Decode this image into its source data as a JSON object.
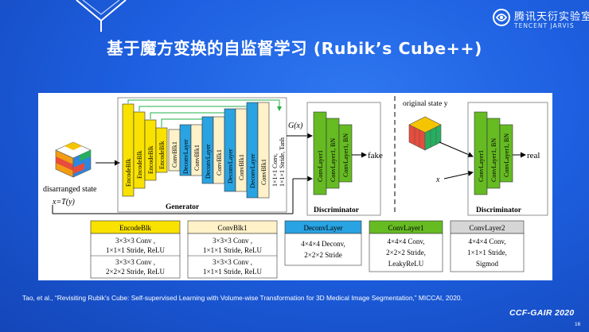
{
  "header": {
    "brand_cn": "腾讯天衍实验室",
    "brand_en": "TENCENT JARVIS"
  },
  "title": "基于魔方变换的自监督学习 (Rubik’s Cube++)",
  "figure": {
    "generator": {
      "blocks": [
        "EncodeBlk",
        "EncodeBlk",
        "EncodeBlk",
        "EncodeBlk",
        "ConvBlk1",
        "DeconvLayer",
        "ConvBlk1",
        "DeconvLayer",
        "ConvBlk1",
        "DeconvLayer",
        "ConvBlk1",
        "DeconvLayer",
        "ConvBlk1"
      ],
      "output_conv1": "1×1×1 Conv,",
      "output_conv2": "1×1×1 Stride, Tanh",
      "label": "Generator"
    },
    "gx_label": "G(x)",
    "input_label1": "disarranged state",
    "input_label2": "x=T(y)",
    "discriminator1": {
      "layers": [
        "ConvLayer1",
        "ConvLayer1, BN",
        "ConvLayer1, BN"
      ],
      "label": "Discriminator",
      "output": "fake"
    },
    "original_label": "original state y",
    "x_label": "x",
    "discriminator2": {
      "layers": [
        "ConvLayer1",
        "ConvLayer1, BN",
        "ConvLayer1, BN"
      ],
      "label": "Discriminator",
      "output": "real"
    },
    "legend": {
      "encode": {
        "name": "EncodeBlk",
        "l1": "3×3×3 Conv ,",
        "l2": "1×1×1  Stride, ReLU",
        "l3": "3×3×3 Conv ,",
        "l4": "2×2×2  Stride, ReLU"
      },
      "convblk1": {
        "name": "ConvBlk1",
        "l1": "3×3×3 Conv ,",
        "l2": "1×1×1  Stride, ReLU",
        "l3": "3×3×3 Conv ,",
        "l4": "1×1×1  Stride, ReLU"
      },
      "deconv": {
        "name": "DeconvLayer",
        "l1": "4×4×4  Deconv,",
        "l2": "2×2×2  Stride"
      },
      "convlayer1": {
        "name": "ConvLayer1",
        "l1": "4×4×4  Conv,",
        "l2": "2×2×2  Stride,",
        "l3": "LeakyReLU"
      },
      "convlayer2": {
        "name": "ConvLayer2",
        "l1": "4×4×4  Conv,",
        "l2": "1×1×1  Stride,",
        "l3": "Sigmod"
      }
    }
  },
  "caption": "Tao, et al.,   “Revisiting Rubik’s Cube: Self-supervised Learning with Volume-wise Transformation for 3D Medical Image Segmentation,”   MICCAI, 2020.",
  "footer": {
    "logo": "CCF-GAIR 2020",
    "page": "16"
  },
  "colors": {
    "background": "#1d5fe0",
    "encode": "#f9e200",
    "convblk1": "#fff1c8",
    "deconv": "#29a3e2",
    "convlayer": "#66bb23",
    "convlayer2": "#d6d6d6",
    "skip_arrows": "#22b04a"
  },
  "icons": {
    "decor": "cube-outline-icon",
    "brand": "tencent-jarvis-logo-icon"
  }
}
